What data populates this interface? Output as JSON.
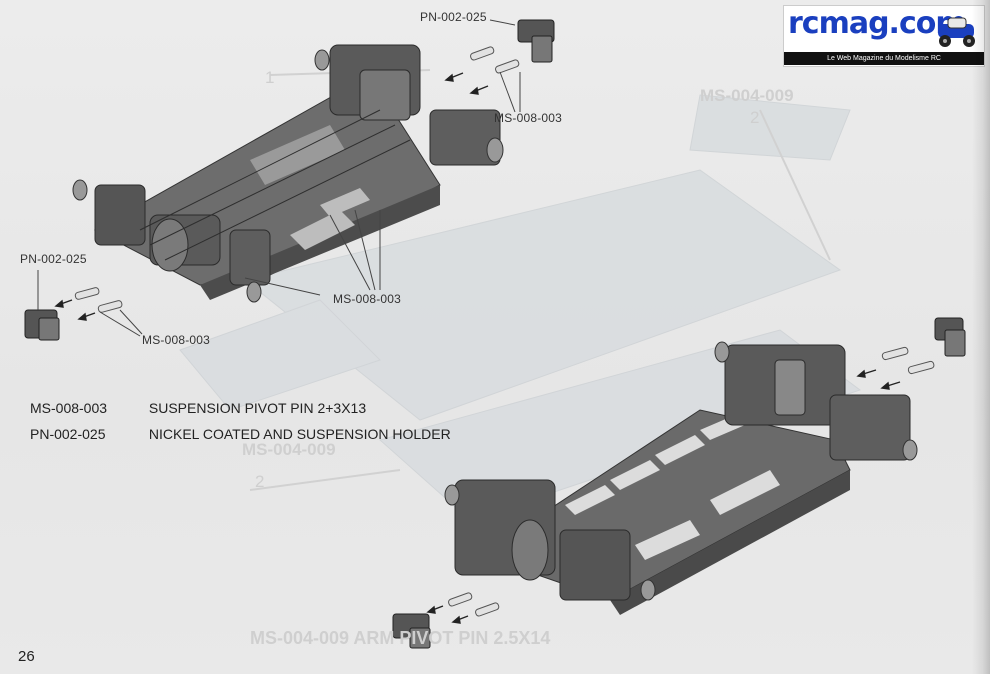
{
  "logo": {
    "brand": "rcmag.com",
    "tagline": "Le Web Magazine du Modelisme RC"
  },
  "callouts": {
    "top_pn": "PN-002-025",
    "top_ms": "MS-008-003",
    "mid_ms": "MS-008-003",
    "left_pn": "PN-002-025",
    "left_ms": "MS-008-003"
  },
  "ghost_labels": {
    "top_right_code": "MS-004-009",
    "top_right_num": "2",
    "mid_left_code": "MS-004-009",
    "mid_left_num": "2",
    "top_left_num": "1",
    "bottom_text": "MS-004-009     ARM PIVOT PIN 2.5X14"
  },
  "legend": [
    {
      "code": "MS-008-003",
      "description": "SUSPENSION PIVOT PIN 2+3X13"
    },
    {
      "code": "PN-002-025",
      "description": "NICKEL COATED AND SUSPENSION HOLDER"
    }
  ],
  "page_number": "26"
}
